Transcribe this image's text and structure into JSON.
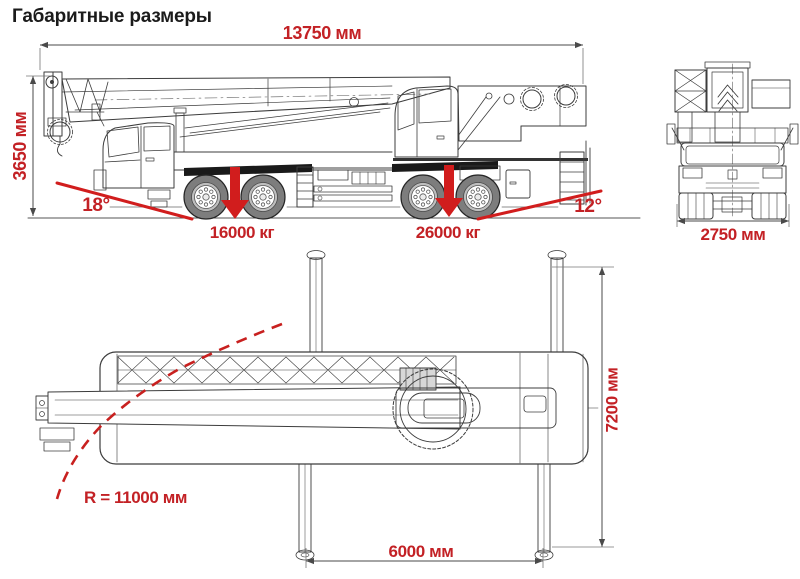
{
  "title": "Габаритные размеры",
  "colors": {
    "dimension_text_red": "#c32125",
    "annotation_red": "#d11d1d",
    "drawing_line": "#3c3c3c"
  },
  "dimensions": {
    "overall_length": "13750 мм",
    "overall_height": "3650 мм",
    "overall_width": "2750 мм",
    "approach_angle": "18°",
    "departure_angle": "12°",
    "front_axle_load": "16000 кг",
    "rear_axle_load": "26000 кг",
    "outrigger_span": "7200 мм",
    "outrigger_base": "6000 мм",
    "turning_radius": "R = 11000 мм"
  }
}
